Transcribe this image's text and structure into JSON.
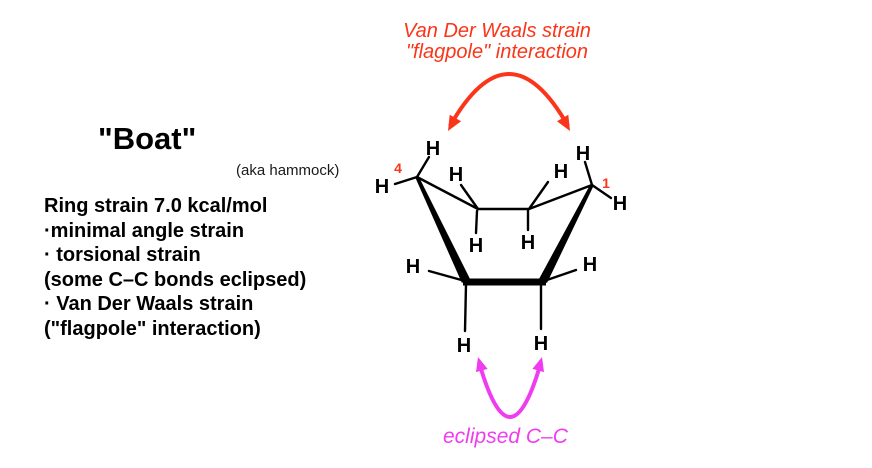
{
  "colors": {
    "red": "#fa3519",
    "magenta": "#f03cf0",
    "black": "#000000",
    "background": "#ffffff"
  },
  "annotations": {
    "vdw": {
      "line1": "Van Der Waals strain",
      "line2": "\"flagpole\" interaction"
    },
    "eclipsed": {
      "label": "eclipsed C–C"
    }
  },
  "heading": {
    "title": "\"Boat\"",
    "alias": "(aka hammock)"
  },
  "info": {
    "lines": [
      "Ring strain 7.0 kcal/mol",
      "·minimal angle strain",
      "· torsional strain",
      "(some C–C bonds eclipsed)",
      "· Van Der Waals strain",
      "(\"flagpole\" interaction)"
    ]
  },
  "molecule": {
    "hydrogen_label": "H",
    "position_labels": {
      "c1": "1",
      "c4": "4"
    }
  }
}
